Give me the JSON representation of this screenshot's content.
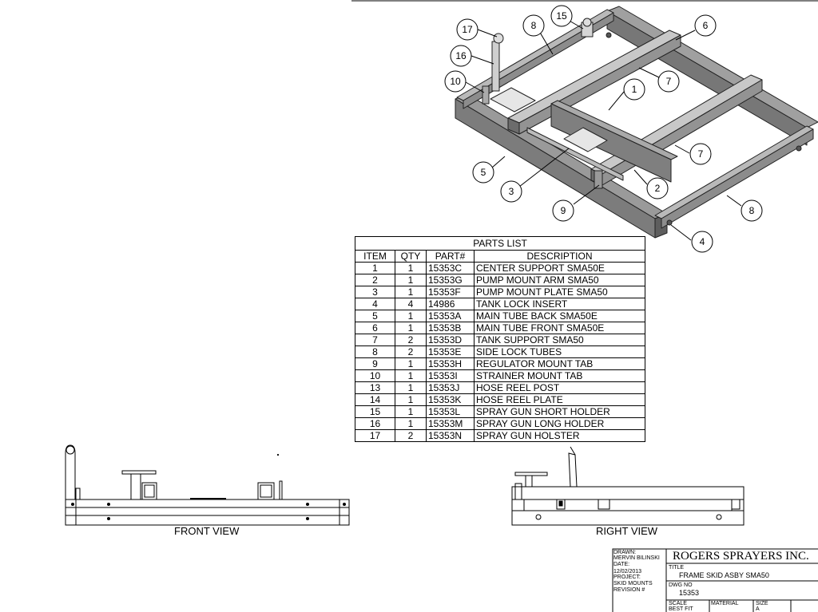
{
  "callouts": [
    "17",
    "8",
    "15",
    "6",
    "16",
    "10",
    "7",
    "1",
    "7",
    "5",
    "3",
    "2",
    "9",
    "8",
    "4"
  ],
  "parts_list": {
    "title": "PARTS LIST",
    "headers": [
      "ITEM",
      "QTY",
      "PART#",
      "DESCRIPTION"
    ],
    "rows": [
      [
        "1",
        "1",
        "15353C",
        "CENTER SUPPORT SMA50E"
      ],
      [
        "2",
        "1",
        "15353G",
        "PUMP MOUNT ARM SMA50"
      ],
      [
        "3",
        "1",
        "15353F",
        "PUMP MOUNT PLATE SMA50"
      ],
      [
        "4",
        "4",
        "14986",
        "TANK LOCK INSERT"
      ],
      [
        "5",
        "1",
        "15353A",
        "MAIN TUBE BACK SMA50E"
      ],
      [
        "6",
        "1",
        "15353B",
        "MAIN TUBE FRONT SMA50E"
      ],
      [
        "7",
        "2",
        "15353D",
        "TANK SUPPORT SMA50"
      ],
      [
        "8",
        "2",
        "15353E",
        "SIDE LOCK TUBES"
      ],
      [
        "9",
        "1",
        "15353H",
        "REGULATOR MOUNT TAB"
      ],
      [
        "10",
        "1",
        "15353I",
        "STRAINER MOUNT TAB"
      ],
      [
        "13",
        "1",
        "15353J",
        "HOSE REEL POST"
      ],
      [
        "14",
        "1",
        "15353K",
        "HOSE REEL PLATE"
      ],
      [
        "15",
        "1",
        "15353L",
        "SPRAY GUN SHORT HOLDER"
      ],
      [
        "16",
        "1",
        "15353M",
        "SPRAY GUN LONG HOLDER"
      ],
      [
        "17",
        "2",
        "15353N",
        "SPRAY GUN HOLSTER"
      ]
    ]
  },
  "views": {
    "front": "FRONT VIEW",
    "right": "RIGHT VIEW"
  },
  "title_block": {
    "drawn_label": "DRAWN:",
    "drawn_by": "MERVIN BILINSKI",
    "date_label": "DATE:",
    "date": "12/02/2013",
    "project_label": "PROJECT:",
    "project": "SKID MOUNTS",
    "revision_label": "REVISION #",
    "company": "ROGERS SPRAYERS INC.",
    "title_label": "TITLE",
    "title": "FRAME SKID ASBY SMA50",
    "dwg_label": "DWG NO",
    "dwg_no": "15353",
    "scale_label": "SCALE",
    "scale": "BEST FIT",
    "material_label": "MATERIAL",
    "size_label": "SIZE",
    "size": "A"
  }
}
